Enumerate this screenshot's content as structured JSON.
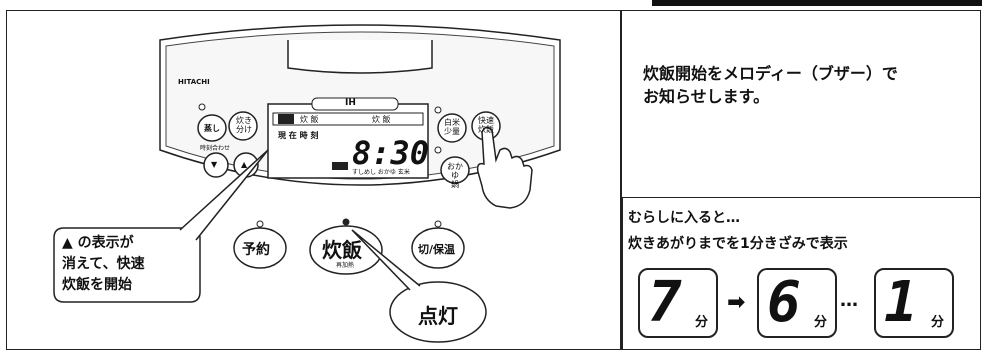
{
  "panel": {
    "brand": "HITACHI",
    "top_indicator": "IH",
    "buttons_left": {
      "left": "蒸し",
      "left2": "炊き分け",
      "time_adjust": "時刻合わせ",
      "down": "▼",
      "up": "▲"
    },
    "buttons_right": {
      "white_rice": "白米 少量",
      "quick": "快速 炊飯",
      "okayu": "おかゆ 鍋"
    },
    "display": {
      "mode_labels": [
        "炊  飯",
        "炊  飯"
      ],
      "time_label": "現 在 時 刻",
      "time_value": "8:30",
      "bottom_label": "すしめし おかゆ 玄米"
    },
    "bottom_buttons": {
      "timer": "予約",
      "cook": "炊飯",
      "cook_sub": "再加熱",
      "off": "切/保温"
    }
  },
  "callouts": {
    "left_note": "▲ の表示が\n消えて、快速\n炊飯を開始",
    "light_on": "点灯"
  },
  "description": {
    "line1": "炊飯開始をメロディー（ブザー）で",
    "line2": "お知らせします。"
  },
  "countdown_box": {
    "line1": "むらしに入ると…",
    "line2": "炊きあがりまでを1分きざみで表示",
    "items": [
      {
        "digit": "7",
        "unit": "分"
      },
      {
        "digit": "6",
        "unit": "分"
      },
      {
        "digit": "1",
        "unit": "分"
      }
    ],
    "arrow": "➡",
    "dots": "…"
  }
}
